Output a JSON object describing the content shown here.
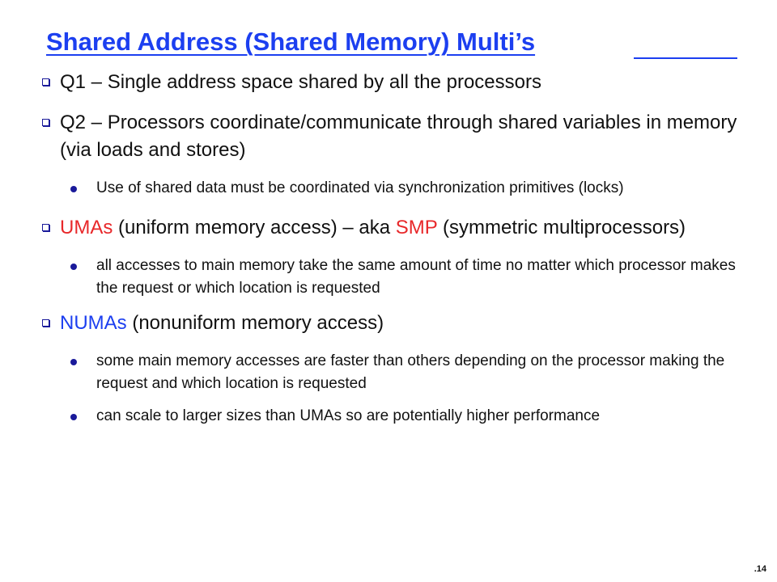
{
  "slide": {
    "title": "Shared Address (Shared Memory) Multi’s",
    "page_number": ".14"
  },
  "bullets": [
    {
      "text": "Q1 – Single address space shared by all the processors"
    },
    {
      "text": "Q2 – Processors coordinate/communicate through shared variables in memory (via loads and stores)"
    },
    {
      "text": "Use of shared data must be coordinated via synchronization primitives (locks)"
    },
    {
      "term": "UMAs",
      "text_a": " (uniform memory access) – aka ",
      "abbr": "SMP",
      "text_b": " (symmetric multiprocessors)"
    },
    {
      "text": "all accesses to main memory take the same amount of time no matter which processor makes the request or which location is requested"
    },
    {
      "term": "NUMAs",
      "text_a": " (nonuniform memory access)"
    },
    {
      "text": "some main memory accesses are faster than others depending on the processor making the request and which location is requested"
    },
    {
      "text": "can scale to larger sizes than UMAs so are potentially higher performance"
    }
  ]
}
